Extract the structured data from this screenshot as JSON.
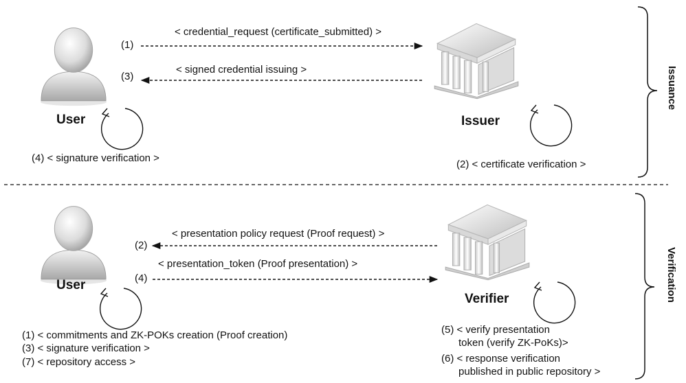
{
  "sections": {
    "issuance": {
      "side_label": "Issuance",
      "user_label": "User",
      "issuer_label": "Issuer",
      "step1_num": "(1)",
      "step1_msg": "< credential_request (certificate_submitted) >",
      "step3_num": "(3)",
      "step3_msg": "< signed credential issuing >",
      "user_loop": "(4) < signature verification >",
      "issuer_loop": "(2) < certificate verification >"
    },
    "verification": {
      "side_label": "Verification",
      "user_label": "User",
      "verifier_label": "Verifier",
      "step2_num": "(2)",
      "step2_msg": "< presentation policy request (Proof request) >",
      "step4_num": "(4)",
      "step4_msg": "< presentation_token (Proof presentation) >",
      "user_loop_lines": [
        "(1) < commitments and ZK-POKs creation (Proof creation)",
        "(3) < signature verification >",
        "(7) < repository access >"
      ],
      "verifier_loop_lines": [
        "(5) < verify presentation\n      token (verify ZK-PoKs)>",
        "(6) < response verification\n      published in public repository >"
      ]
    }
  },
  "icons": [
    "user-icon",
    "issuer-building-icon",
    "verifier-building-icon"
  ]
}
